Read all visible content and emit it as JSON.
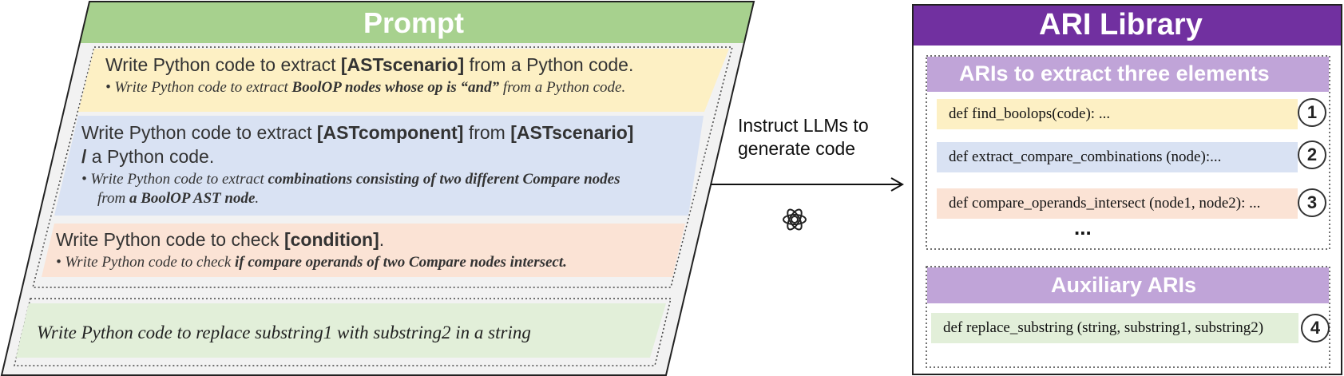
{
  "prompt": {
    "title": "Prompt",
    "templates": [
      {
        "line1": [
          "Write Python code to extract ",
          "[ASTscenario]",
          " from a Python code."
        ],
        "example": [
          "• ",
          "Write Python code to extract ",
          "BoolOP nodes whose op is “and”",
          " from a Python code."
        ]
      },
      {
        "line1": [
          "Write Python code to extract ",
          "[ASTcomponent]",
          " from ",
          "[ASTscenario]"
        ],
        "line2": [
          "/",
          " a Python code."
        ],
        "example": [
          "• ",
          "Write Python code to extract ",
          "combinations consisting of two different Compare nodes"
        ],
        "example2": [
          "from ",
          "a BoolOP AST node",
          "."
        ]
      },
      {
        "line1": [
          "Write Python code to check ",
          "[condition]",
          "."
        ],
        "example": [
          "• ",
          "Write Python code to check ",
          "if compare operands of two Compare nodes intersect."
        ]
      }
    ],
    "auxiliary": "Write Python code to replace substring1 with substring2 in a string"
  },
  "arrow": {
    "label_line1": "Instruct LLMs to",
    "label_line2": "generate code",
    "icon": "openai-logo-icon"
  },
  "library": {
    "title": "ARI Library",
    "section1": {
      "title": "ARIs to extract three elements",
      "items": [
        {
          "code": "def find_boolops(code): ...",
          "num": "1"
        },
        {
          "code": "def extract_compare_combinations (node):...",
          "num": "2"
        },
        {
          "code": "def compare_operands_intersect (node1, node2): ...",
          "num": "3"
        }
      ],
      "ellipsis": "..."
    },
    "section2": {
      "title": "Auxiliary ARIs",
      "items": [
        {
          "code": "def replace_substring (string, substring1, substring2)",
          "num": "4"
        }
      ]
    }
  },
  "colors": {
    "green_header": "#a7d18e",
    "yellow_band": "#fdf0c4",
    "blue_band": "#d9e2f3",
    "pink_band": "#fbe3d5",
    "green_band": "#e2efd9",
    "purple_header": "#7130a0",
    "lavender_header": "#c0a4d8",
    "panel_gray": "#f2f2f2"
  }
}
